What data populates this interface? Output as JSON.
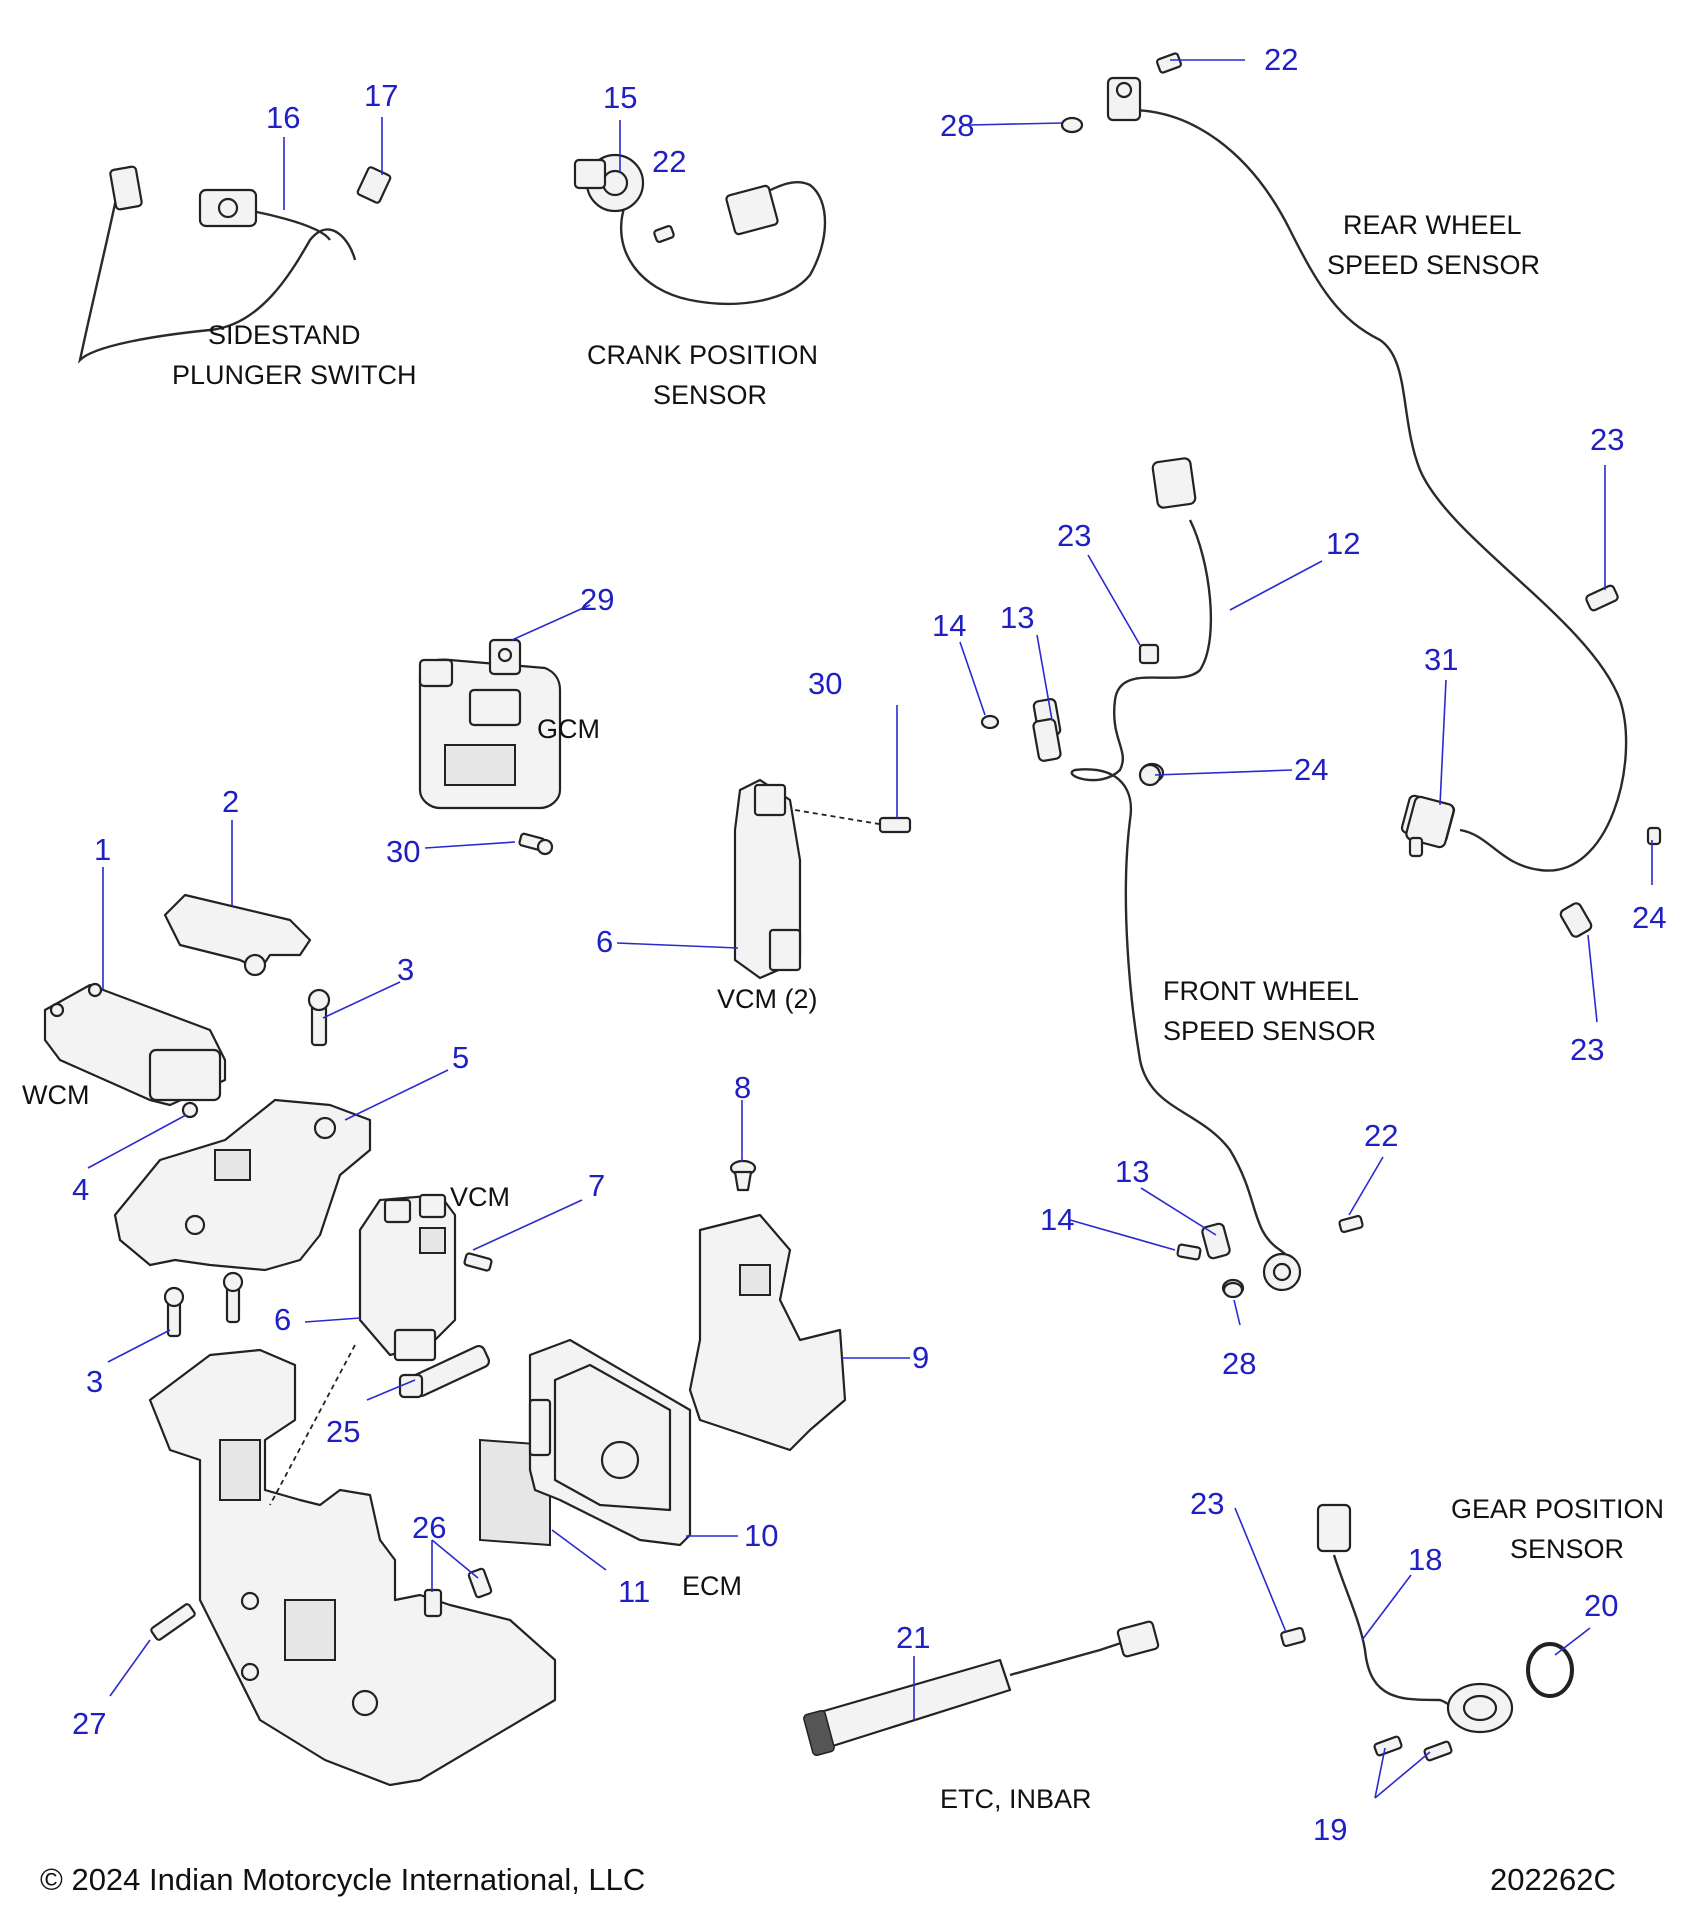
{
  "labels": {
    "sidestand_1": "SIDESTAND",
    "sidestand_2": "PLUNGER SWITCH",
    "crank_1": "CRANK POSITION",
    "crank_2": "SENSOR",
    "rear_wheel_1": "REAR WHEEL",
    "rear_wheel_2": "SPEED SENSOR",
    "front_wheel_1": "FRONT WHEEL",
    "front_wheel_2": "SPEED SENSOR",
    "gcm": "GCM",
    "vcm2": "VCM (2)",
    "vcm": "VCM",
    "wcm": "WCM",
    "ecm": "ECM",
    "gear_1": "GEAR POSITION",
    "gear_2": "SENSOR",
    "etc": "ETC, INBAR"
  },
  "callouts": {
    "c1": "1",
    "c2": "2",
    "c3a": "3",
    "c3b": "3",
    "c4": "4",
    "c5": "5",
    "c6a": "6",
    "c6b": "6",
    "c7": "7",
    "c8": "8",
    "c9": "9",
    "c10": "10",
    "c11": "11",
    "c12": "12",
    "c13a": "13",
    "c13b": "13",
    "c14a": "14",
    "c14b": "14",
    "c15": "15",
    "c16": "16",
    "c17": "17",
    "c18": "18",
    "c19": "19",
    "c20": "20",
    "c21": "21",
    "c22a": "22",
    "c22b": "22",
    "c22c": "22",
    "c23a": "23",
    "c23b": "23",
    "c23c": "23",
    "c23d": "23",
    "c24a": "24",
    "c24b": "24",
    "c25": "25",
    "c26": "26",
    "c27": "27",
    "c28a": "28",
    "c28b": "28",
    "c29": "29",
    "c30a": "30",
    "c30b": "30",
    "c31": "31"
  },
  "footer": {
    "copyright": "© 2024 Indian Motorcycle International, LLC",
    "drawing_number": "202262C"
  },
  "colors": {
    "callout": "#1f1fc4",
    "line_art": "#222222",
    "part_fill": "#f3f3f3"
  }
}
